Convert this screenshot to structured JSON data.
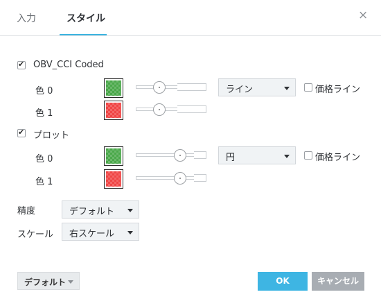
{
  "tabs": [
    {
      "label": "入力",
      "active": false
    },
    {
      "label": "スタイル",
      "active": true
    }
  ],
  "close_glyph": "×",
  "sections": {
    "obv": {
      "label": "OBV_CCI Coded",
      "checked": true,
      "color0": {
        "label": "色 0",
        "hex": "#4aa84a",
        "opacity_level": 0.3
      },
      "color1": {
        "label": "色 1",
        "hex": "#f04545",
        "opacity_level": 0.3
      },
      "plot_type": "ライン",
      "price_line": {
        "label": "価格ライン",
        "checked": false
      }
    },
    "plot": {
      "label": "プロット",
      "checked": true,
      "color0": {
        "label": "色 0",
        "hex": "#4aa84a",
        "opacity_level": 0.65
      },
      "color1": {
        "label": "色 1",
        "hex": "#f04545",
        "opacity_level": 0.65
      },
      "plot_type": "円",
      "price_line": {
        "label": "価格ライン",
        "checked": false
      }
    }
  },
  "precision": {
    "label": "精度",
    "value": "デフォルト"
  },
  "scale": {
    "label": "スケール",
    "value": "右スケール"
  },
  "footer": {
    "defaults_label": "デフォルト",
    "ok_label": "OK",
    "cancel_label": "キャンセル"
  },
  "colors": {
    "accent": "#3eb5e3",
    "cancel": "#a8adb3"
  }
}
